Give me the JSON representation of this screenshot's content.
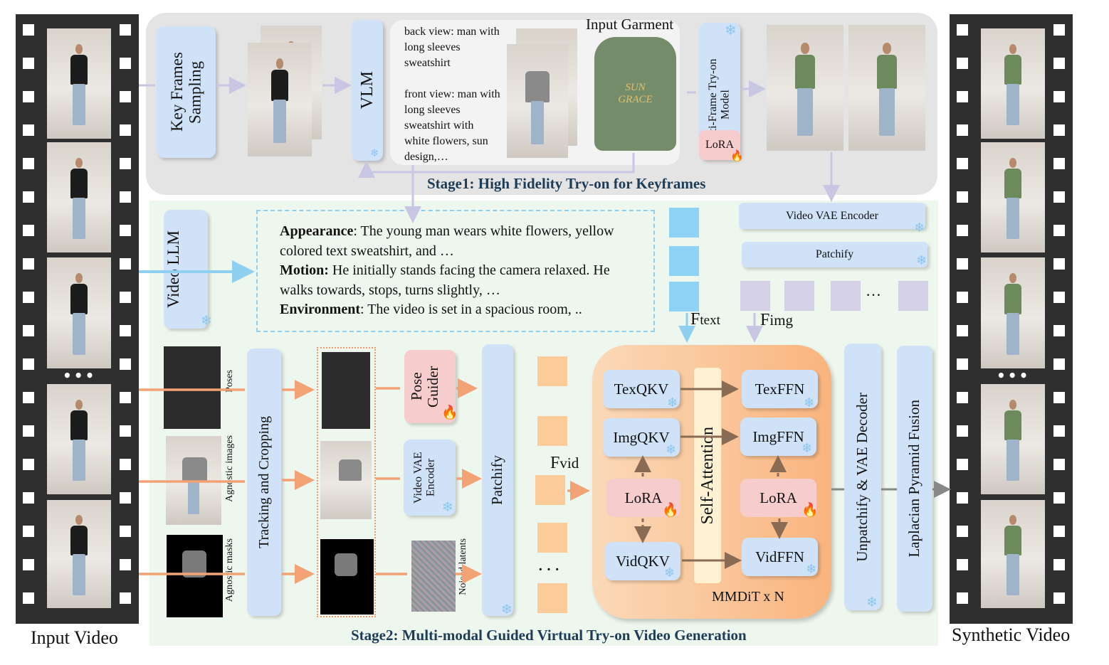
{
  "labels": {
    "input_video": "Input Video",
    "synthetic_video": "Synthetic Video",
    "ellipsis": "•••"
  },
  "stage1": {
    "title": "Stage1: High Fidelity Try-on for Keyframes",
    "key_frames": "Key Frames Sampling",
    "vlm": "VLM",
    "captions": {
      "back": "back view: man with long sleeves sweatshirt",
      "front": "front view:  man with long sleeves sweatshirt with white flowers, sun design,…"
    },
    "input_garment": "Input Garment",
    "garment_print": "SUN GRACE",
    "multi_frame": "Multi-Frame Try-on Model",
    "lora": "LoRA"
  },
  "stage2": {
    "title": "Stage2: Multi-modal Guided Virtual Try-on Video Generation",
    "video_llm": "Video LLM",
    "description": [
      {
        "key": "Appearance",
        "sep": ": ",
        "text": "The young man wears white flowers, yellow colored text sweatshirt, and …"
      },
      {
        "key": "Motion:",
        "sep": " ",
        "text": "He initially stands facing the camera relaxed. He walks towards, stops, turns slightly, …"
      },
      {
        "key": "Environment",
        "sep": ":  ",
        "text": "The video is set in a spacious room, .."
      }
    ],
    "video_vae_encoder": "Video VAE Encoder",
    "patchify_top": "Patchify",
    "ellipsis": "…",
    "f_text": "F",
    "f_text_sub": "text",
    "f_img": "F",
    "f_img_sub": "img",
    "f_vid": "F",
    "f_vid_sub": "vid",
    "inputs": {
      "poses": "Poses",
      "agnostic_images": "Agnostic images",
      "agnostic_masks": "Agnostic masks",
      "noised_latents": "Noised latents"
    },
    "tracking": "Tracking and Cropping",
    "pose_guider": "Pose Guider",
    "video_vae_encoder_small": "Video VAE Encoder",
    "patchify": "Patchify",
    "mmdit": {
      "tex_qkv": "TexQKV",
      "img_qkv": "ImgQKV",
      "vid_qkv": "VidQKV",
      "tex_ffn": "TexFFN",
      "img_ffn": "ImgFFN",
      "vid_ffn": "VidFFN",
      "lora_left": "LoRA",
      "lora_right": "LoRA",
      "self_attention": "Self-Attention",
      "footer": "MMDiT  x N"
    },
    "unpatchify": "Unpatchify  & VAE Decoder",
    "laplacian": "Laplacian Pyramid  Fusion",
    "dots": "· · ·"
  },
  "icons": {
    "frozen": "snowflake-icon",
    "trainable": "fire-icon"
  },
  "colors": {
    "blue_box": "#cfe2f8",
    "pink_box": "#f6cccc",
    "orange_token": "#fbcc9a",
    "cyan_token": "#8ed3f3",
    "lavender_token": "#d4d0e8",
    "title": "#1d3c57"
  }
}
